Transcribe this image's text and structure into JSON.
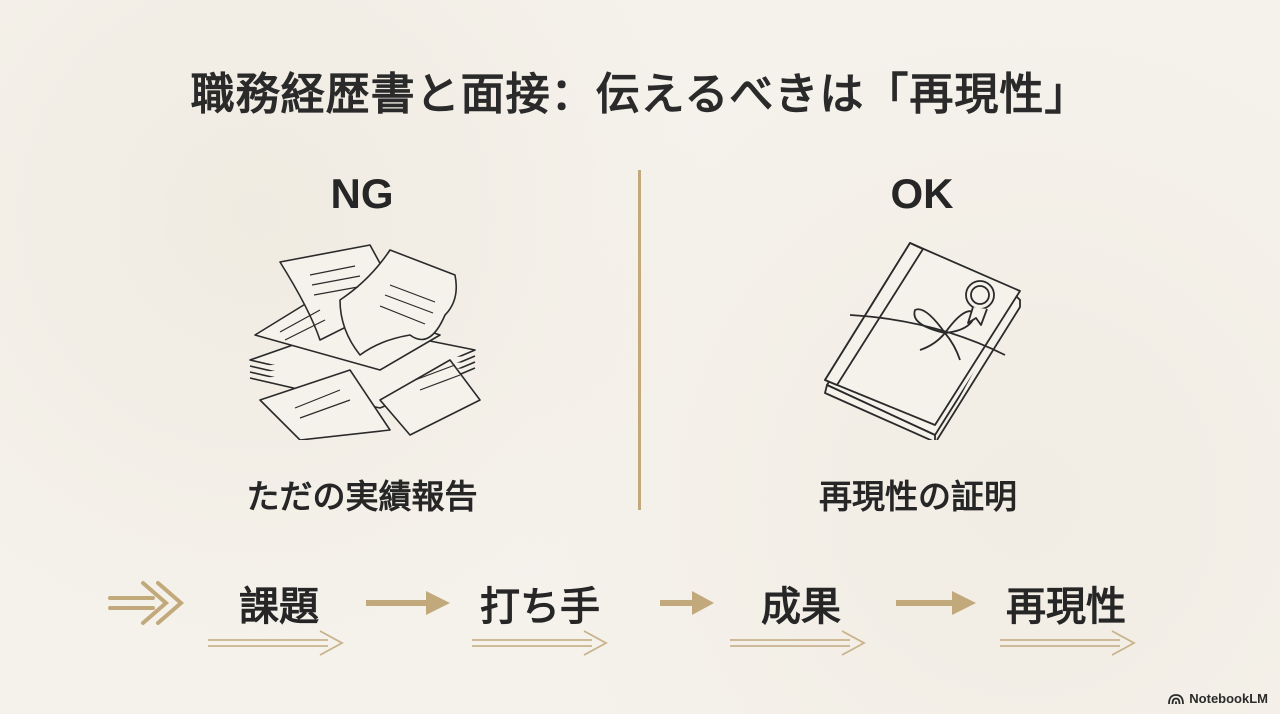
{
  "title": "職務経歴書と面接：伝えるべきは「再現性」",
  "left": {
    "heading": "NG",
    "illustration": "scattered-papers-icon",
    "caption": "ただの実績報告"
  },
  "right": {
    "heading": "OK",
    "illustration": "tied-book-with-seal-icon",
    "caption": "再現性の証明"
  },
  "flow": {
    "start_icon": "double-chevron-arrow-icon",
    "steps": [
      {
        "label": "課題"
      },
      {
        "label": "打ち手"
      },
      {
        "label": "成果"
      },
      {
        "label": "再現性"
      }
    ],
    "arrow_icon": "right-arrow-icon"
  },
  "colors": {
    "background": "#f5f2ec",
    "accent_gold": "#c2a97c",
    "text": "#262626"
  },
  "brand": {
    "label": "NotebookLM",
    "icon": "notebooklm-logo-icon"
  }
}
